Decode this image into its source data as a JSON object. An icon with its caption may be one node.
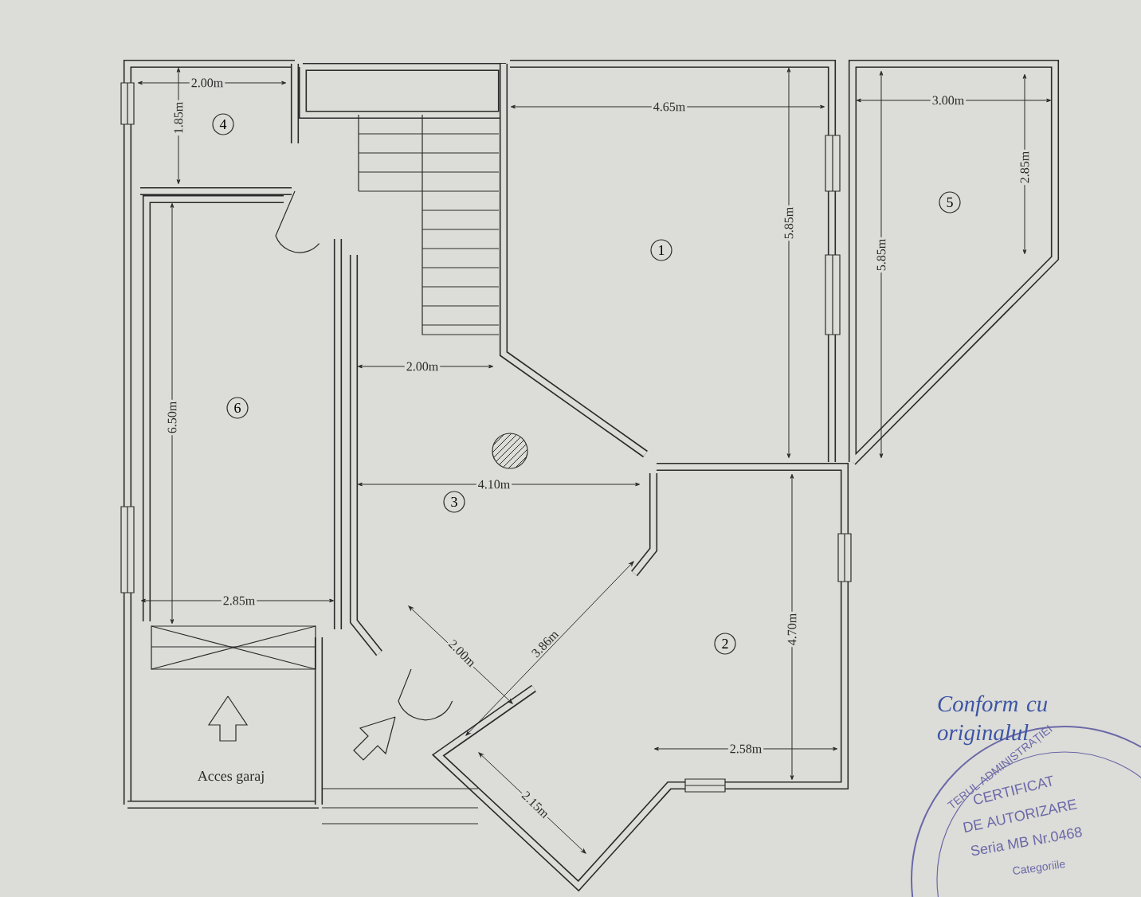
{
  "diagram": {
    "nodes": [
      {
        "text": [
          "4"
        ]
      },
      {
        "text": [
          "1"
        ]
      },
      {
        "text": [
          "5"
        ]
      },
      {
        "text": [
          "6"
        ]
      },
      {
        "text": [
          "3"
        ]
      },
      {
        "text": [
          "2"
        ]
      }
    ],
    "labels": [
      "2.00m",
      "1.85m",
      "4.65m",
      "3.00m",
      "2.85m",
      "5.85m",
      "5.85m",
      "2.00m",
      "6.50m",
      "4.10m",
      "2.85m",
      "2.00m",
      "3.86m",
      "4.70m",
      "2.58m",
      "2.15m",
      "Acces garaj",
      "Conform cu originalul",
      "TERUL ADMINISTRAȚIEI",
      "CERTIFICAT",
      "DE AUTORIZARE",
      "Seria MB Nr.0468",
      "Categoriile"
    ]
  }
}
